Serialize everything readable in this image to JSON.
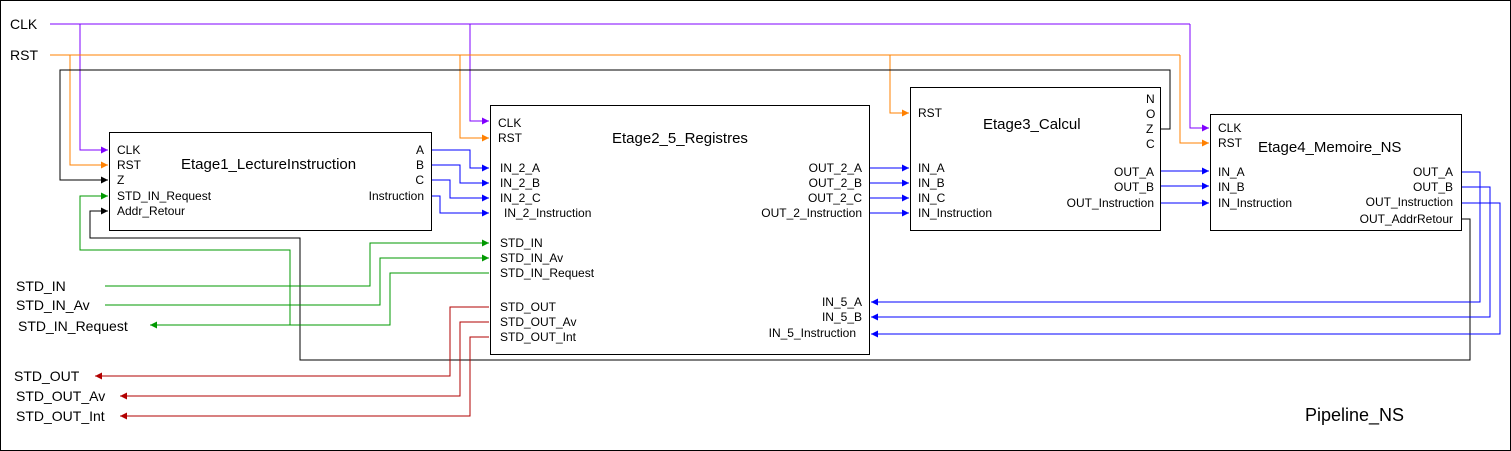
{
  "diagram_title": "Pipeline_NS",
  "colors": {
    "clk": "#7f00ff",
    "rst": "#ff8000",
    "data": "#0000ff",
    "std_in": "#009900",
    "std_out": "#b20000",
    "control": "#000000"
  },
  "external_signals": {
    "clk": "CLK",
    "rst": "RST",
    "std_in": "STD_IN",
    "std_in_av": "STD_IN_Av",
    "std_in_request": "STD_IN_Request",
    "std_out": "STD_OUT",
    "std_out_av": "STD_OUT_Av",
    "std_out_int": "STD_OUT_Int"
  },
  "stage1": {
    "title": "Etage1_LectureInstruction",
    "inputs": [
      "CLK",
      "RST",
      "Z",
      "STD_IN_Request",
      "Addr_Retour"
    ],
    "outputs": [
      "A",
      "B",
      "C",
      "Instruction"
    ]
  },
  "stage2": {
    "title": "Etage2_5_Registres",
    "inputs": [
      "CLK",
      "RST",
      "IN_2_A",
      "IN_2_B",
      "IN_2_C",
      "IN_2_Instruction",
      "STD_IN",
      "STD_IN_Av",
      "STD_IN_Request",
      "STD_OUT",
      "STD_OUT_Av",
      "STD_OUT_Int"
    ],
    "outputs": [
      "OUT_2_A",
      "OUT_2_B",
      "OUT_2_C",
      "OUT_2_Instruction",
      "IN_5_A",
      "IN_5_B",
      "IN_5_Instruction"
    ]
  },
  "stage3": {
    "title": "Etage3_Calcul",
    "inputs": [
      "RST",
      "IN_A",
      "IN_B",
      "IN_C",
      "IN_Instruction"
    ],
    "flags": [
      "N",
      "O",
      "Z",
      "C"
    ],
    "outputs": [
      "OUT_A",
      "OUT_B",
      "OUT_Instruction"
    ]
  },
  "stage4": {
    "title": "Etage4_Memoire_NS",
    "inputs": [
      "CLK",
      "RST",
      "IN_A",
      "IN_B",
      "IN_Instruction"
    ],
    "outputs": [
      "OUT_A",
      "OUT_B",
      "OUT_Instruction",
      "OUT_AddrRetour"
    ]
  }
}
